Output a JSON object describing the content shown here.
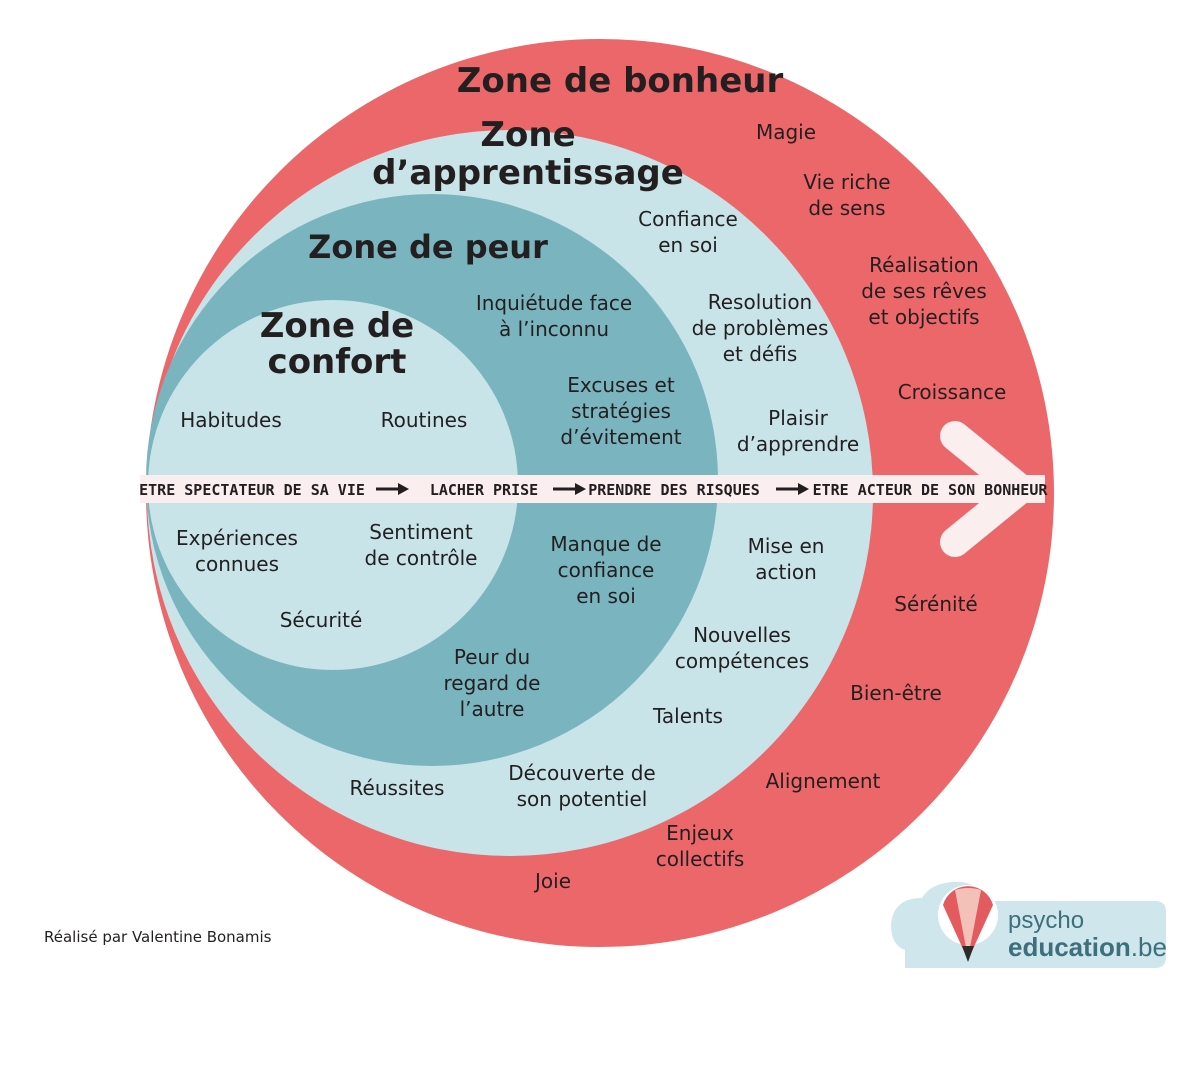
{
  "zones": {
    "bonheur": {
      "title": "Zone de bonheur",
      "color": "#ec676a"
    },
    "apprentissage": {
      "title_line1": "Zone",
      "title_line2": "d’apprentissage",
      "color": "#c8e4e8"
    },
    "peur": {
      "title": "Zone de peur",
      "color": "#7ab4bf"
    },
    "confort": {
      "title_line1": "Zone de",
      "title_line2": "confort",
      "color": "#c8e4e8"
    }
  },
  "items": {
    "magie": [
      "Magie"
    ],
    "vie_riche": [
      "Vie riche",
      "de sens"
    ],
    "realisation": [
      "Réalisation",
      "de ses rêves",
      "et objectifs"
    ],
    "croissance": [
      "Croissance"
    ],
    "serenite": [
      "Sérénité"
    ],
    "bien_etre": [
      "Bien-être"
    ],
    "alignement": [
      "Alignement"
    ],
    "enjeux": [
      "Enjeux",
      "collectifs"
    ],
    "joie": [
      "Joie"
    ],
    "confiance_soi": [
      "Confiance",
      "en soi"
    ],
    "resolution": [
      "Resolution",
      "de problèmes",
      "et défis"
    ],
    "plaisir": [
      "Plaisir",
      "d’apprendre"
    ],
    "mise_action": [
      "Mise en",
      "action"
    ],
    "nouvelles": [
      "Nouvelles",
      "compétences"
    ],
    "talents": [
      "Talents"
    ],
    "decouverte": [
      "Découverte de",
      "son potentiel"
    ],
    "reussites": [
      "Réussites"
    ],
    "inquietude": [
      "Inquiétude face",
      "à l’inconnu"
    ],
    "excuses": [
      "Excuses et",
      "stratégies",
      "d’évitement"
    ],
    "manque": [
      "Manque de",
      "confiance",
      "en soi"
    ],
    "peur_regard": [
      "Peur du",
      "regard de",
      "l’autre"
    ],
    "habitudes": [
      "Habitudes"
    ],
    "routines": [
      "Routines"
    ],
    "experiences": [
      "Expériences",
      "connues"
    ],
    "sentiment": [
      "Sentiment",
      "de contrôle"
    ],
    "securite": [
      "Sécurité"
    ]
  },
  "axis": {
    "steps": [
      "ETRE SPECTATEUR DE SA VIE",
      "LACHER PRISE",
      "PRENDRE DES RISQUES",
      "ETRE ACTEUR DE SON BONHEUR"
    ],
    "band_color": "#fbeeee",
    "arrow_color": "#fbeeee"
  },
  "credit": "Réalisé par Valentine Bonamis",
  "logo": {
    "line1": "psycho",
    "line2": "education",
    "suffix": ".be",
    "cloud_color": "#cfe6ec",
    "text_color": "#3d6f7c"
  }
}
